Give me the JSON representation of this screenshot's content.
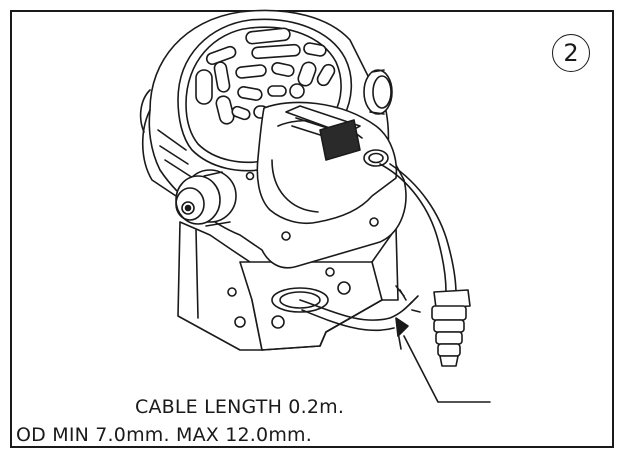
{
  "step_number": "2",
  "callout": {
    "line_1": "CABLE LENGTH 0.2m.",
    "line_2": "OD MIN 7.0mm. MAX 12.0mm."
  },
  "icons": {
    "device": "marine-loudspeaker-illustration",
    "bracket": "mounting-bracket-illustration",
    "cable": "cable-with-connector-illustration"
  },
  "colors": {
    "line": "#1a1a1a",
    "background": "#ffffff",
    "accent_fill": "#2a2a2a"
  }
}
